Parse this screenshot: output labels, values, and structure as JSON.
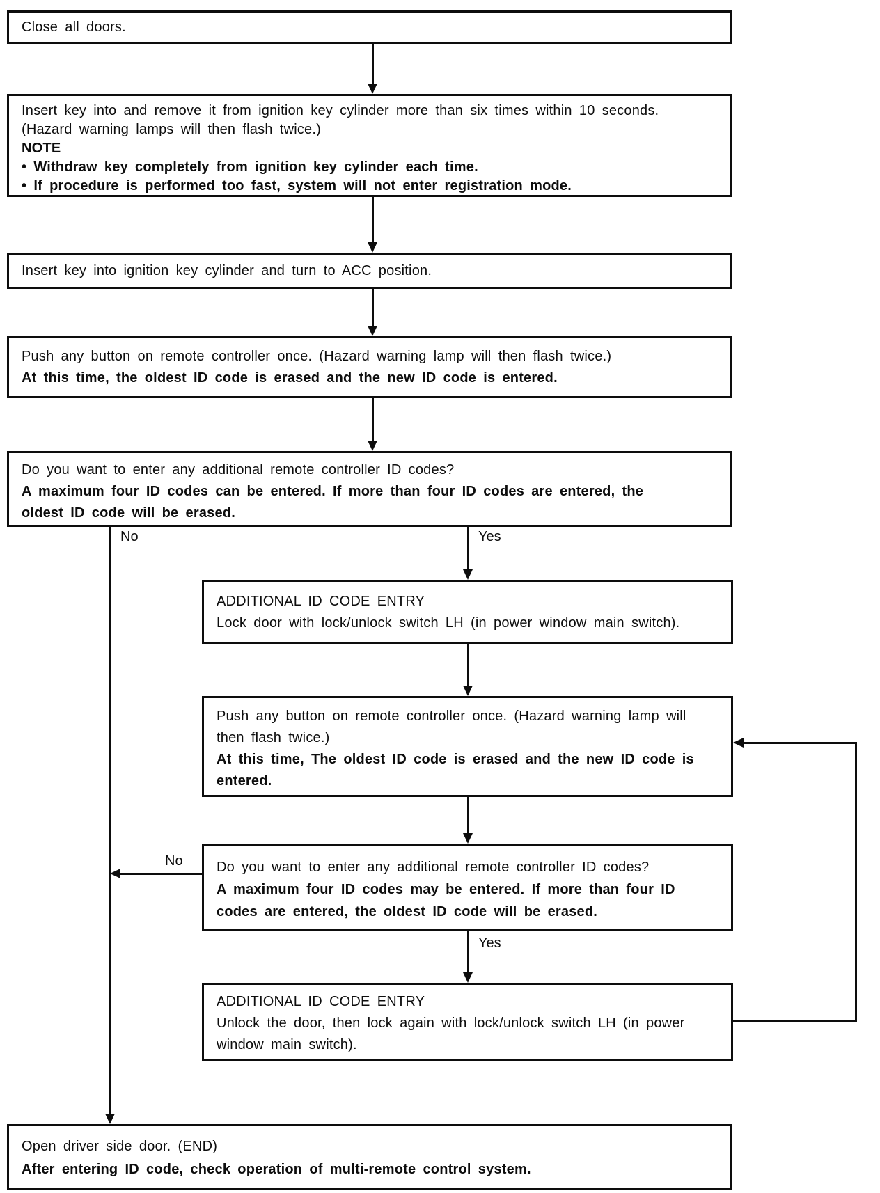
{
  "flowchart": {
    "colors": {
      "ink": "#0d0d0d",
      "paper": "#ffffff"
    },
    "boxes": {
      "close_doors": {
        "lines": [
          "Close all doors."
        ]
      },
      "insert_remove_key": {
        "lines": [
          "Insert key into and remove it from ignition key cylinder more than six times within 10 seconds.",
          "(Hazard warning lamps will then flash twice.)",
          "NOTE",
          "• Withdraw key completely from ignition key cylinder each time.",
          "• If procedure is performed too fast, system will not enter registration mode."
        ]
      },
      "insert_key_acc": {
        "lines": [
          "Insert key into ignition key cylinder and turn to ACC position."
        ]
      },
      "push_button_first": {
        "lines": [
          "Push any button on remote controller once. (Hazard warning lamp will then flash twice.)",
          "At this time, the oldest ID code is erased and the new ID code is entered."
        ]
      },
      "question_one": {
        "lines": [
          "Do you want to enter any additional remote controller ID codes?",
          "A maximum four ID codes can be entered. If more than four ID codes are entered, the",
          "oldest ID code will be erased."
        ]
      },
      "additional_entry_lock": {
        "lines": [
          "ADDITIONAL ID CODE ENTRY",
          "Lock door with lock/unlock switch LH (in power window main switch)."
        ]
      },
      "push_button_second": {
        "lines": [
          "Push any button on remote controller once. (Hazard warning lamp will",
          "then flash twice.)",
          "At this time, The oldest ID code is erased and the new ID code is",
          "entered."
        ]
      },
      "question_two": {
        "lines": [
          "Do you want to enter any additional remote controller ID codes?",
          "A maximum four ID codes may be entered. If more than four ID",
          "codes are entered, the oldest ID code will be erased."
        ]
      },
      "additional_entry_unlock": {
        "lines": [
          "ADDITIONAL ID CODE ENTRY",
          "Unlock the door, then lock again with lock/unlock switch LH (in power",
          "window main switch)."
        ]
      },
      "open_door_end": {
        "lines": [
          "Open driver side door. (END)",
          "After entering ID code, check operation of multi-remote control system."
        ]
      }
    },
    "branch_labels": {
      "no1": "No",
      "yes1": "Yes",
      "no2": "No",
      "yes2": "Yes"
    }
  }
}
